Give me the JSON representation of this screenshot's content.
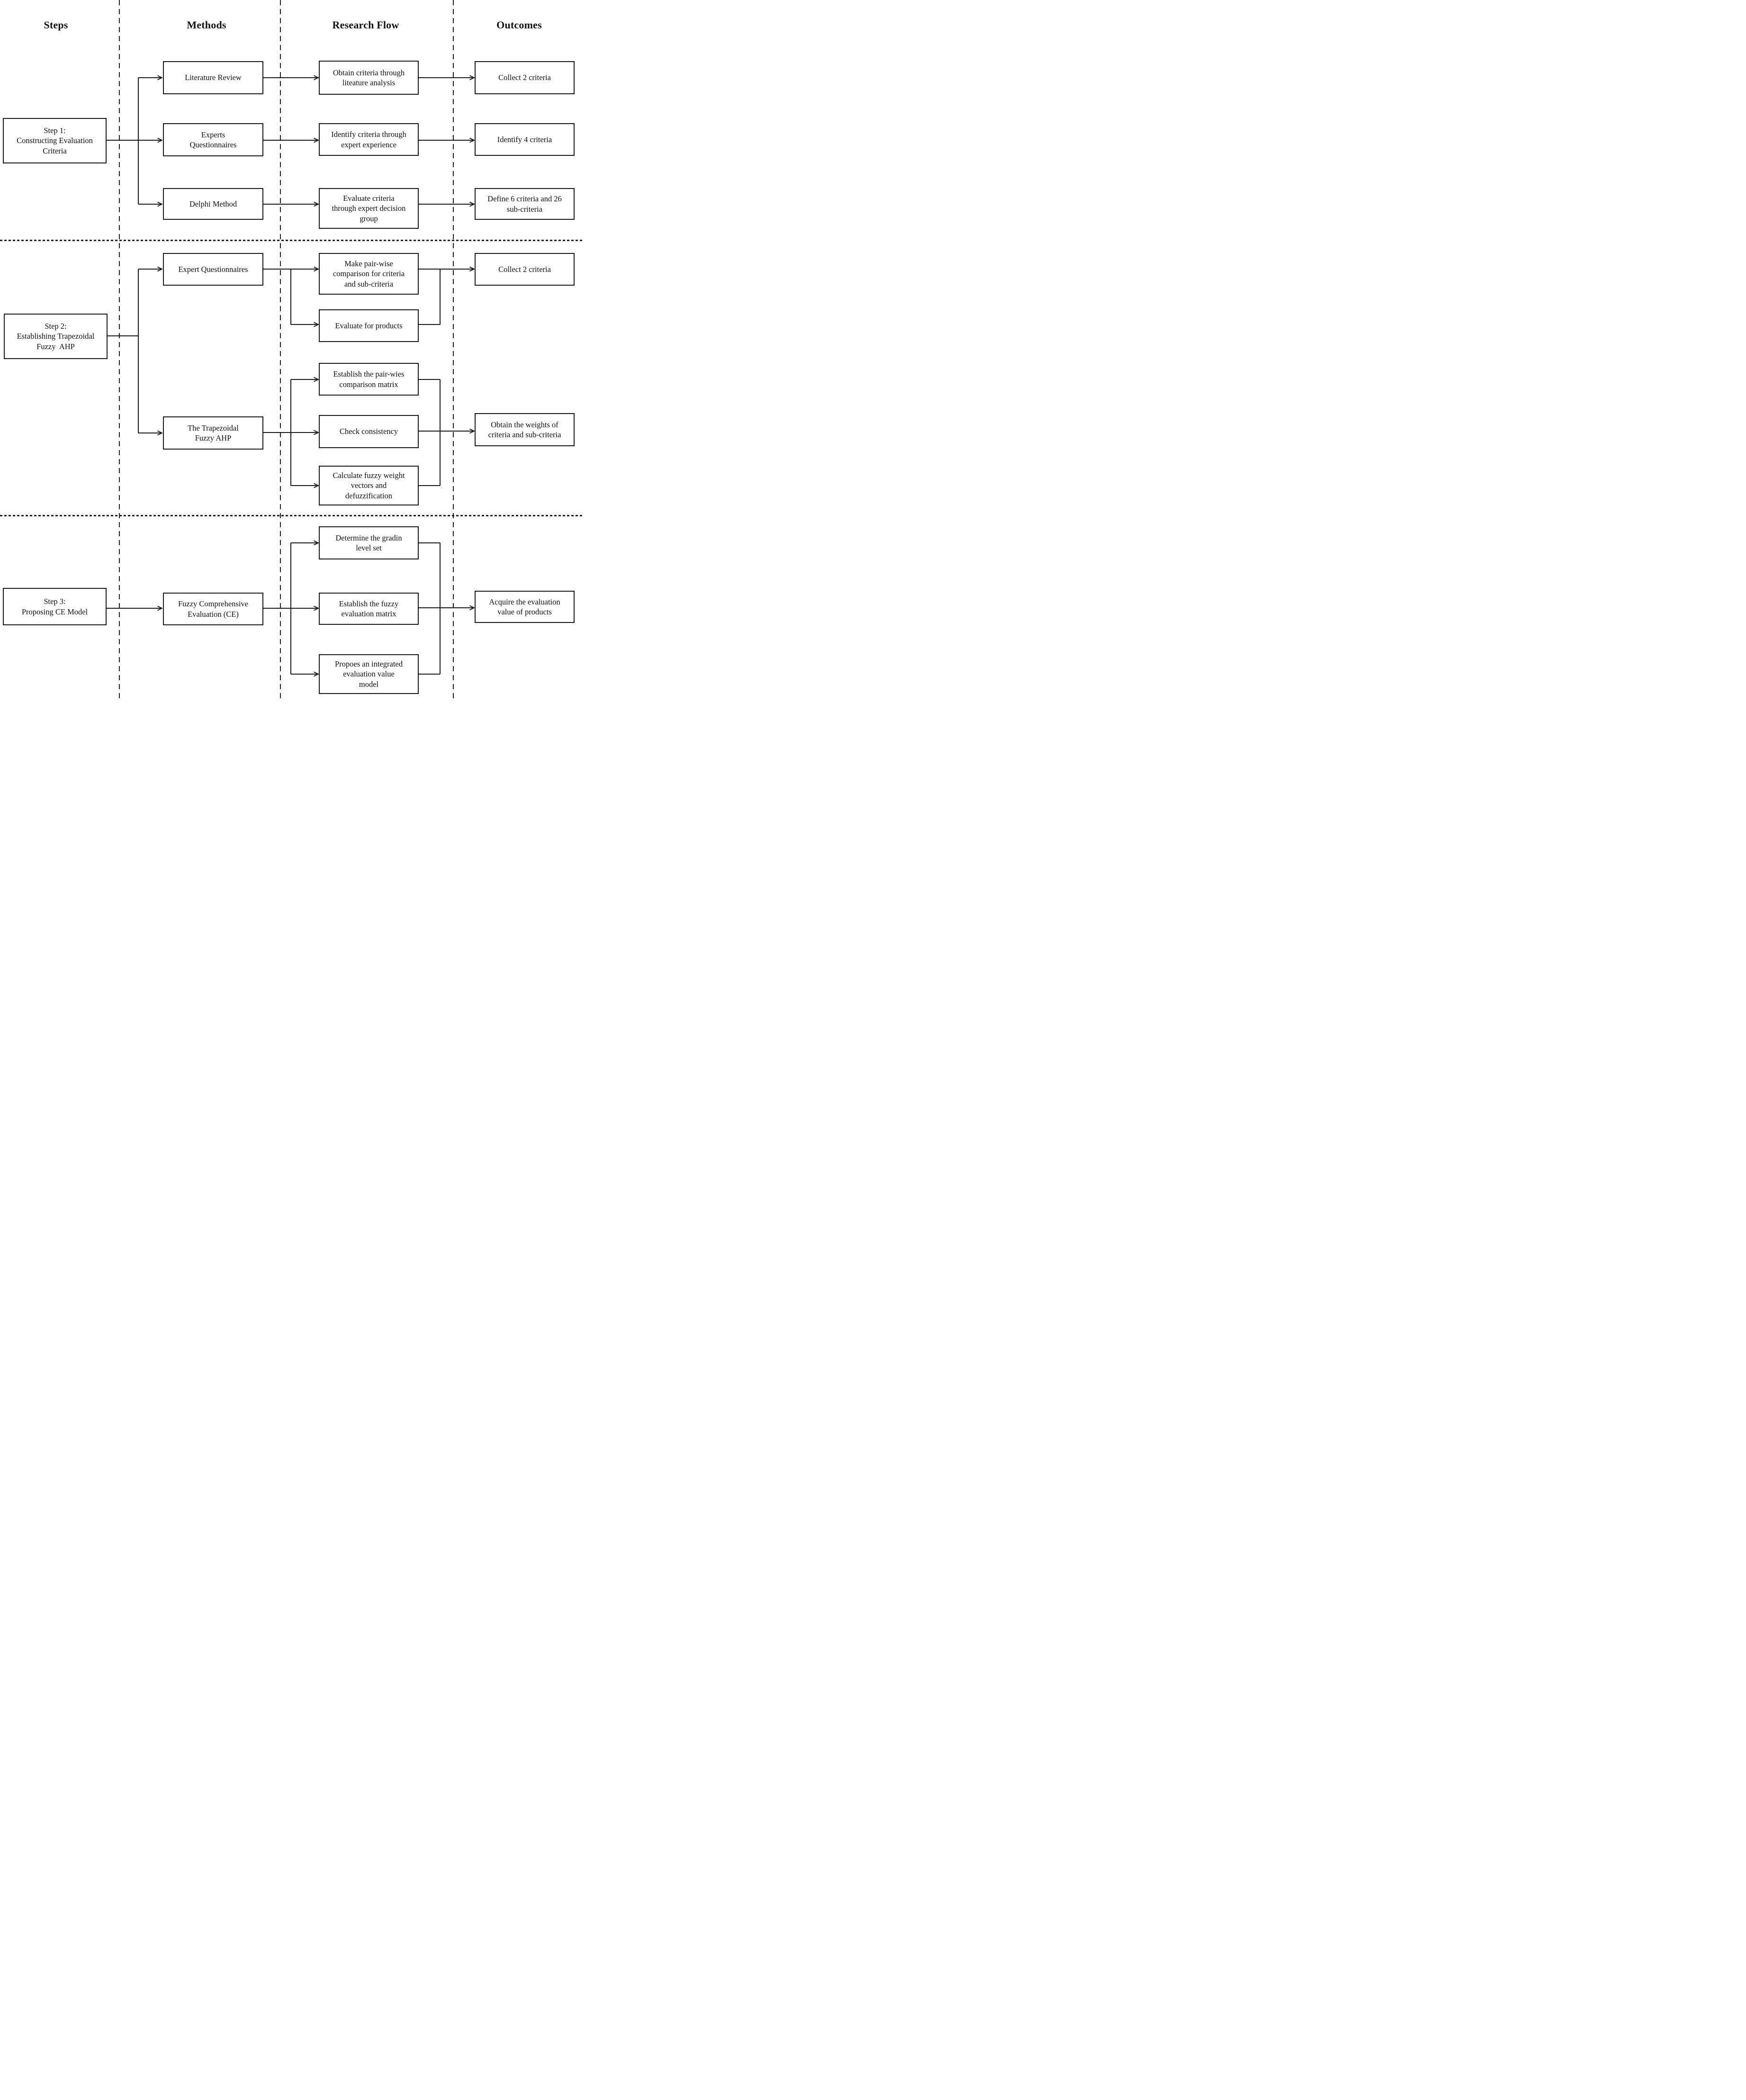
{
  "headers": {
    "steps": "Steps",
    "methods": "Methods",
    "research_flow": "Research Flow",
    "outcomes": "Outcomes"
  },
  "steps": {
    "step1": {
      "label": "Step 1:\nConstructing Evaluation\nCriteria"
    },
    "step2": {
      "label": "Step 2:\nEstablishing Trapezoidal\nFuzzy  AHP"
    },
    "step3": {
      "label": "Step 3:\nProposing CE Model"
    }
  },
  "methods": {
    "literature_review": {
      "label": "Literature Review"
    },
    "experts_questionnaires": {
      "label": "Experts\nQuestionnaires"
    },
    "delphi_method": {
      "label": "Delphi Method"
    },
    "expert_questionnaires_2": {
      "label": "Expert Questionnaires"
    },
    "trapezoidal_fuzzy_ahp": {
      "label": "The Trapezoidal\nFuzzy AHP"
    },
    "fuzzy_comprehensive_evaluation": {
      "label": "Fuzzy Comprehensive\nEvaluation (CE)"
    }
  },
  "research_flow": {
    "obtain_criteria": {
      "label": "Obtain criteria through\nliteature analysis"
    },
    "identify_criteria": {
      "label": "Identify criteria through\nexpert experience"
    },
    "evaluate_criteria": {
      "label": "Evaluate criteria\nthrough expert decision\ngroup"
    },
    "make_pairwise": {
      "label": "Make pair-wise\ncomparison for criteria\nand sub-criteria"
    },
    "evaluate_products": {
      "label": "Evaluate for products"
    },
    "establish_pairwise_matrix": {
      "label": "Establish the pair-wies\ncomparison matrix"
    },
    "check_consistency": {
      "label": "Check consistency"
    },
    "calculate_fuzzy_weights": {
      "label": "Calculate fuzzy weight\nvectors and\ndefuzzification"
    },
    "determine_grading": {
      "label": "Determine the gradin\nlevel set"
    },
    "establish_fuzzy_matrix": {
      "label": "Establish the fuzzy\nevaluation matrix"
    },
    "propose_integrated_model": {
      "label": "Propoes an integrated\nevaluation value\nmodel"
    }
  },
  "outcomes": {
    "collect_2_criteria": {
      "label": "Collect 2 criteria"
    },
    "identify_4_criteria": {
      "label": "Identify 4 criteria"
    },
    "define_6_criteria": {
      "label": "Define 6 criteria and 26\nsub-criteria"
    },
    "collect_2_criteria_2": {
      "label": "Collect 2 criteria"
    },
    "obtain_weights": {
      "label": "Obtain the weights of\ncriteria and sub-criteria"
    },
    "acquire_evaluation_value": {
      "label": "Acquire the evaluation\nvalue of products"
    }
  }
}
